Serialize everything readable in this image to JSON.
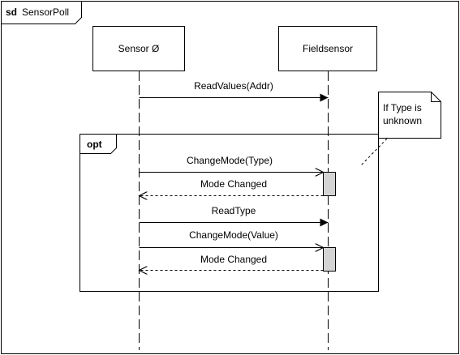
{
  "frame": {
    "keyword": "sd",
    "name": "SensorPoll"
  },
  "lifelines": [
    {
      "name": "Sensor Ø"
    },
    {
      "name": "Fieldsensor"
    }
  ],
  "fragment": {
    "operator": "opt"
  },
  "note": {
    "lines": [
      "If Type is",
      "unknown"
    ]
  },
  "messages": [
    {
      "label": "ReadValues(Addr)",
      "kind": "sync"
    },
    {
      "label": "ChangeMode(Type)",
      "kind": "async"
    },
    {
      "label": "Mode Changed",
      "kind": "reply"
    },
    {
      "label": "ReadType",
      "kind": "sync"
    },
    {
      "label": "ChangeMode(Value)",
      "kind": "async"
    },
    {
      "label": "Mode Changed",
      "kind": "reply"
    }
  ]
}
